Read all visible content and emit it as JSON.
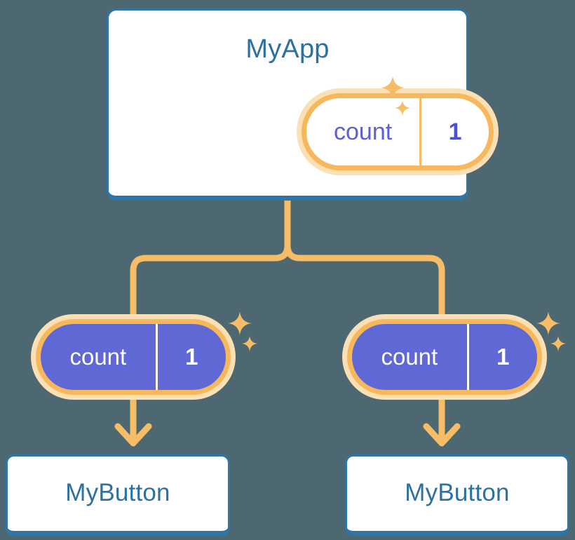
{
  "diagram": {
    "title_semantic": "state-propagation-tree",
    "background_color": "#4d6871",
    "accent_orange": "#f7b85c",
    "accent_orange_soft": "#fbe0b6",
    "accent_blue": "#2d76aa",
    "accent_purple": "#6068d6",
    "text_blue": "#2d719e"
  },
  "app_card": {
    "title": "MyApp",
    "signal": {
      "key": "count",
      "value": "1"
    }
  },
  "state_nodes": [
    {
      "key": "count",
      "value": "1"
    },
    {
      "key": "count",
      "value": "1"
    }
  ],
  "buttons": [
    {
      "title": "MyButton"
    },
    {
      "title": "MyButton"
    }
  ],
  "icons": {
    "sparkle_large": "sparkle-icon",
    "sparkle_small": "sparkle-icon",
    "arrow_down": "arrow-down-icon",
    "branch": "branch-connector-icon"
  }
}
